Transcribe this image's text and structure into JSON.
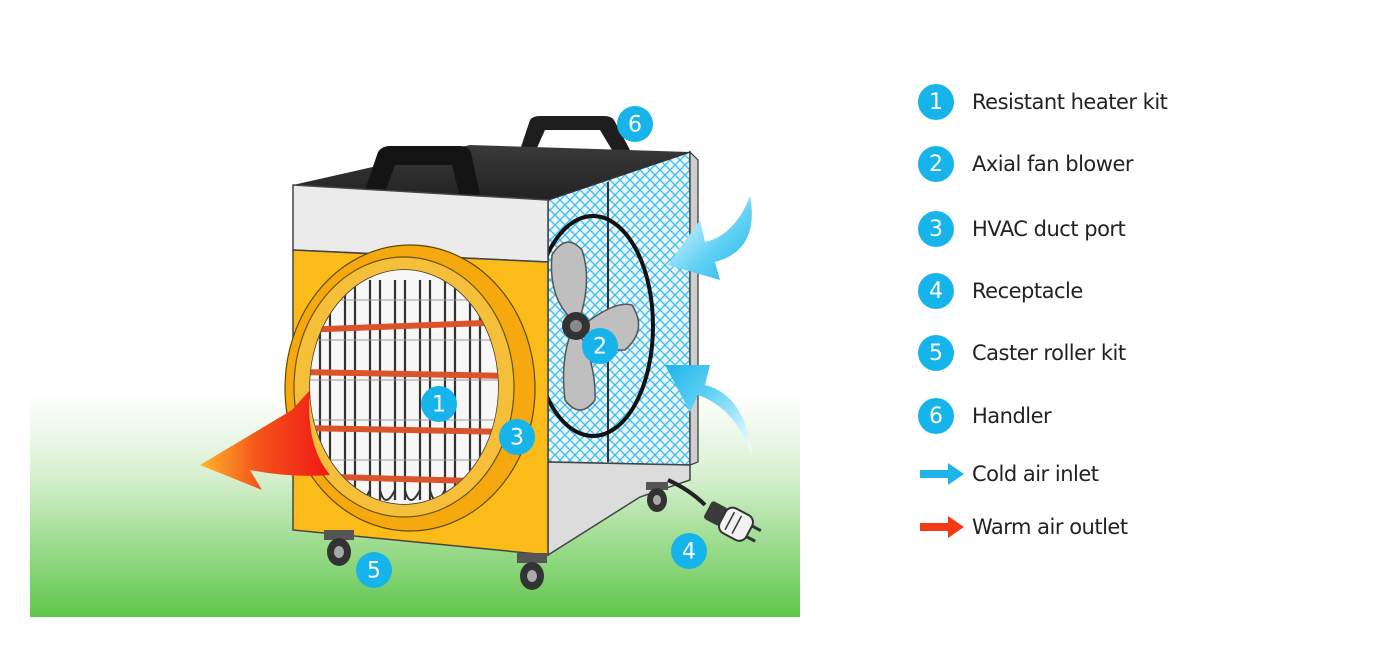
{
  "legend": {
    "items": [
      {
        "number": "1",
        "label": "Resistant heater kit"
      },
      {
        "number": "2",
        "label": "Axial fan blower"
      },
      {
        "number": "3",
        "label": "HVAC duct port"
      },
      {
        "number": "4",
        "label": "Receptacle"
      },
      {
        "number": "5",
        "label": "Caster roller kit"
      },
      {
        "number": "6",
        "label": "Handler"
      }
    ],
    "arrows": [
      {
        "kind": "cold",
        "label": "Cold air inlet",
        "color": "#1fb4e8"
      },
      {
        "kind": "warm",
        "label": "Warm air outlet",
        "color": "#f23a16"
      }
    ]
  },
  "callouts": {
    "heater": "1",
    "fan": "2",
    "duct": "3",
    "receptacle": "4",
    "caster": "5",
    "handle": "6"
  },
  "colors": {
    "badge": "#16b4ea",
    "body_yellow": "#fbbb18",
    "ground_green": "#64c84f",
    "mesh_blue": "#56c8ef",
    "heater_red": "#d9532b"
  }
}
